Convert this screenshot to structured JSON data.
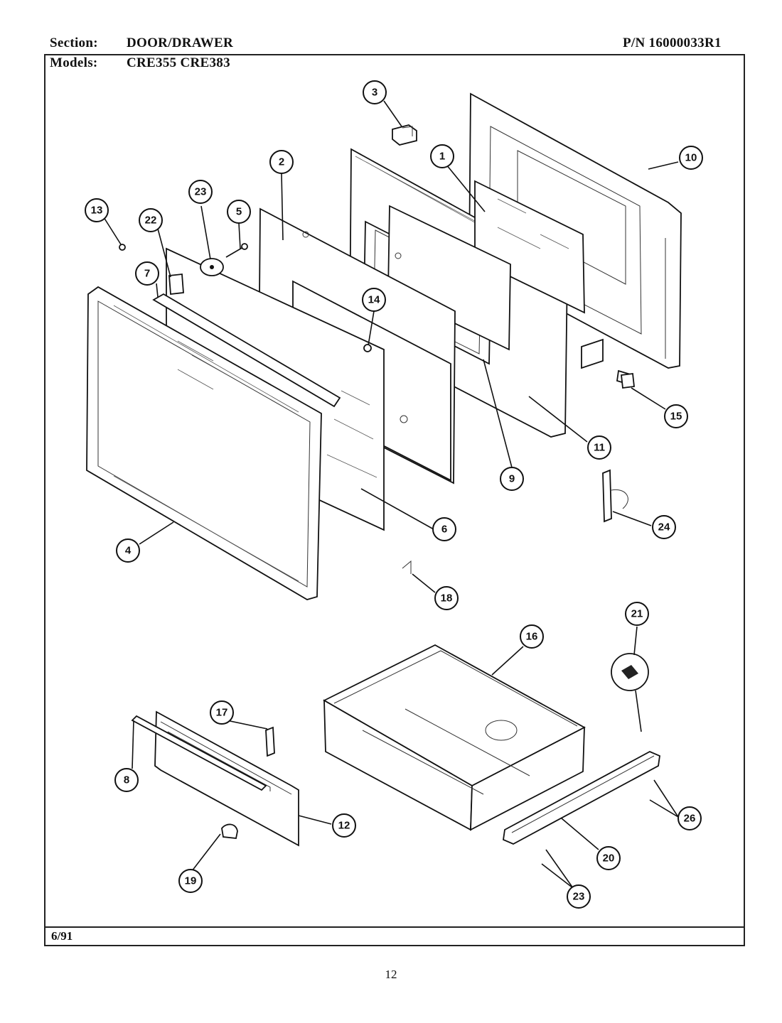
{
  "header": {
    "section_label": "Section:",
    "section_value": "DOOR/DRAWER",
    "pn": "P/N 16000033R1",
    "models_label": "Models:",
    "models_value": "CRE355 CRE383"
  },
  "footer": {
    "date": "6/91",
    "page_number": "12"
  },
  "callouts": [
    "1",
    "2",
    "3",
    "4",
    "5",
    "6",
    "7",
    "8",
    "9",
    "10",
    "11",
    "12",
    "13",
    "14",
    "15",
    "16",
    "17",
    "18",
    "19",
    "20",
    "21",
    "22",
    "23",
    "24",
    "26"
  ]
}
